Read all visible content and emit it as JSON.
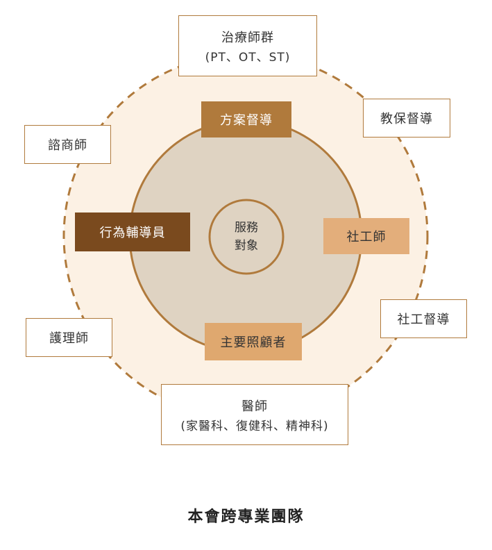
{
  "colors": {
    "outer_fill": "#fcf1e4",
    "dashed_ring": "#b07a3c",
    "inner_fill": "#dfd3c2",
    "inner_stroke": "#b07a3c",
    "box_border": "#b07a3c",
    "dark_brown": "#7a4a1e",
    "medium_brown": "#b07a3c",
    "light_tan": "#e3ae7b",
    "tan": "#dfa86f"
  },
  "center": {
    "line1": "服務",
    "line2": "對象"
  },
  "inner_nodes": {
    "top": "方案督導",
    "left": "行為輔導員",
    "right": "社工師",
    "bottom": "主要照顧者"
  },
  "outer_nodes": {
    "top": {
      "line1": "治療師群",
      "line2": "(PT、OT、ST)"
    },
    "top_right": "教保督導",
    "top_left": "諮商師",
    "right": "社工督導",
    "left": "護理師",
    "bottom": {
      "line1": "醫師",
      "line2": "(家醫科、復健科、精神科)"
    }
  },
  "caption": "本會跨專業團隊"
}
